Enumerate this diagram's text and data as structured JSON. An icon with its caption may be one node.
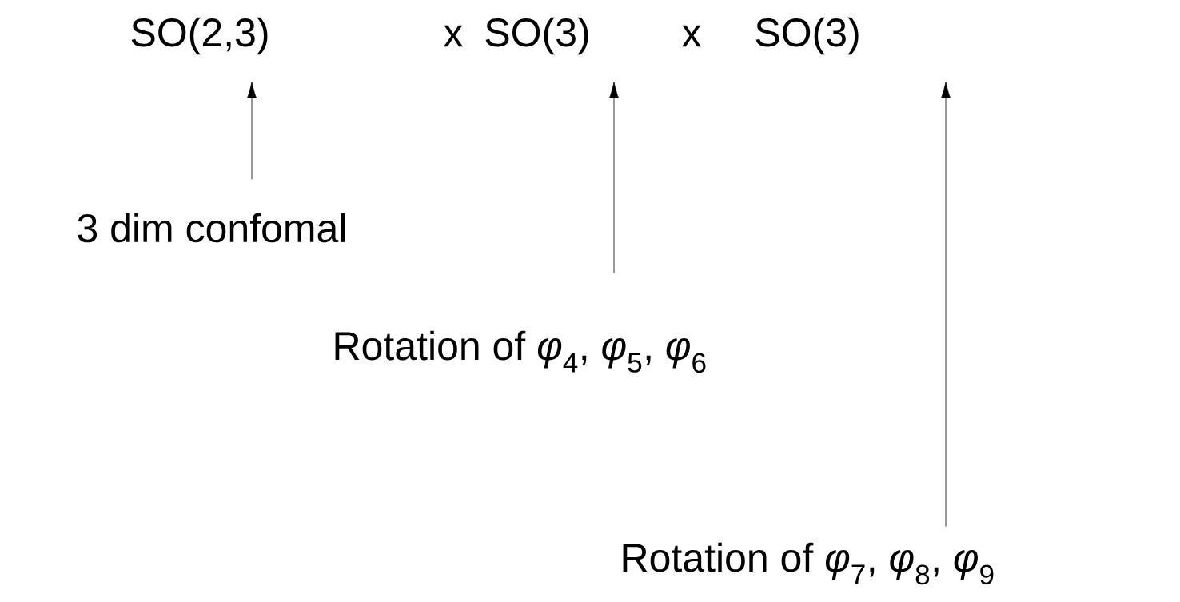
{
  "diagram": {
    "nodes": [
      {
        "text": [
          "SO(2,3)"
        ]
      },
      {
        "text": [
          "SO(3)"
        ]
      },
      {
        "text": [
          "SO(3)"
        ]
      },
      {
        "text": [
          "3 dim confomal"
        ]
      },
      {
        "text": [
          "Rotation of *φ*$_{4}$, *φ*$_{5}$, *φ*$_{6}$"
        ]
      },
      {
        "text": [
          "Rotation of *φ*$_{7}$, *φ*$_{8}$, *φ*$_{9}$"
        ]
      }
    ],
    "edges": [
      {
        "from": 3,
        "to": 0,
        "arrow": "to"
      },
      {
        "from": 4,
        "to": 1,
        "arrow": "to"
      },
      {
        "from": 5,
        "to": 2,
        "arrow": "to"
      }
    ],
    "labels": [
      "x",
      "x"
    ]
  }
}
